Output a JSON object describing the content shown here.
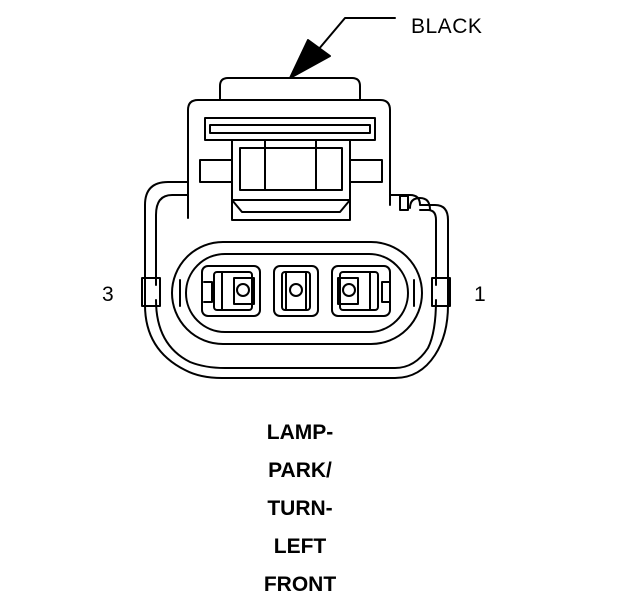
{
  "connector": {
    "color_label": "BLACK",
    "pin_left": "3",
    "pin_right": "1"
  },
  "caption": {
    "lines": [
      "LAMP-",
      "PARK/",
      "TURN-",
      "LEFT",
      "FRONT"
    ]
  }
}
